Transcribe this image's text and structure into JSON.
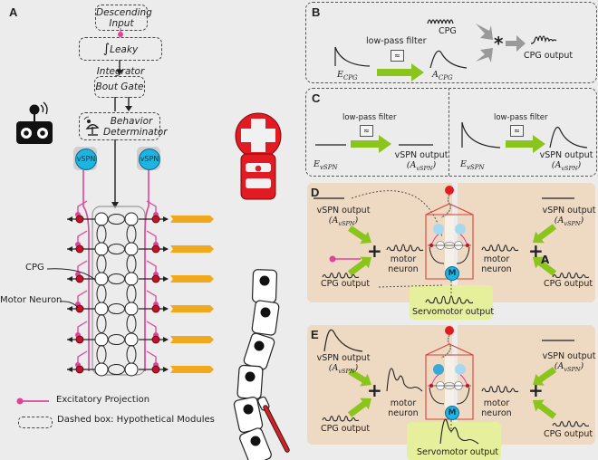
{
  "panels": {
    "a": "A",
    "b": "B",
    "c": "C",
    "d": "D",
    "e": "E"
  },
  "panel_a": {
    "descending_input": [
      "Descending",
      "Input"
    ],
    "leaky_integrator": "Leaky Integrator",
    "integral_symbol": "∫",
    "bout_gate": "Bout Gate",
    "behavior_determinator": [
      "Behavior",
      "Determinator"
    ],
    "vspn_left": "vSPN",
    "vspn_right": "vSPN",
    "cpg_label": "CPG",
    "motor_neuron_label": "Motor Neuron",
    "legend_excitatory": "Excitatory Projection",
    "legend_dashed": "Dashed box: Hypothetical Modules"
  },
  "panel_b": {
    "cpg": "CPG",
    "low_pass_filter": "low-pass filter",
    "e_cpg": "E",
    "e_cpg_sub": "CPG",
    "a_cpg": "A",
    "a_cpg_sub": "CPG",
    "multiply": "*",
    "cpg_output": "CPG output"
  },
  "panel_c": {
    "left_filter": "low-pass filter",
    "left_e": "E",
    "left_e_sub": "vSPN",
    "left_out": "vSPN output",
    "left_out_a": "(A",
    "left_out_sub": "vSPN",
    "right_filter": "low-pass filter",
    "right_e": "E",
    "right_e_sub": "vSPN",
    "right_out": "vSPN output",
    "right_out_a": "(A",
    "right_out_sub": "vSPN"
  },
  "panel_d": {
    "vspn_out_left": "vSPN output",
    "vspn_out_left_a": "(A",
    "vspn_sub": "vSPN",
    "vspn_out_right": "vSPN output",
    "vspn_out_right_a": "(A",
    "plus_left": "+",
    "plus_right": "+",
    "motor_neuron_left": [
      "motor",
      "neuron"
    ],
    "motor_neuron_right": [
      "motor",
      "neuron"
    ],
    "cpg_output_left": "CPG output",
    "cpg_output_right": "CPG output",
    "cursor_mark": "A",
    "motor_symbol": "M",
    "servo_output": "Servomotor output"
  },
  "panel_e": {
    "vspn_out_left": "vSPN output",
    "vspn_out_left_a": "(A",
    "vspn_sub": "vSPN",
    "vspn_out_right": "vSPN output",
    "vspn_out_right_a": "(A",
    "plus_left": "+",
    "plus_right": "+",
    "motor_neuron_left": [
      "motor",
      "neuron"
    ],
    "motor_neuron_right": [
      "motor",
      "neuron"
    ],
    "cpg_output_left": "CPG output",
    "cpg_output_right": "CPG output",
    "motor_symbol": "M",
    "servo_output": "Servomotor output"
  },
  "colors": {
    "excitatory": "#e0449a",
    "vspn": "#1fb4e0",
    "motor_neuron": "#c0142a",
    "muscle": "#f0a81c",
    "green_arrow": "#8cc41e",
    "gray_arrow": "#9a9a9a",
    "robot_red": "#e21b22",
    "tan_bg": "#eed9c2",
    "green_bg": "#e5ef9c"
  },
  "icons": {
    "robot_remote": "remote-controller-icon",
    "satellite": "satellite-dish-icon",
    "filter": "low-pass-filter-icon"
  }
}
